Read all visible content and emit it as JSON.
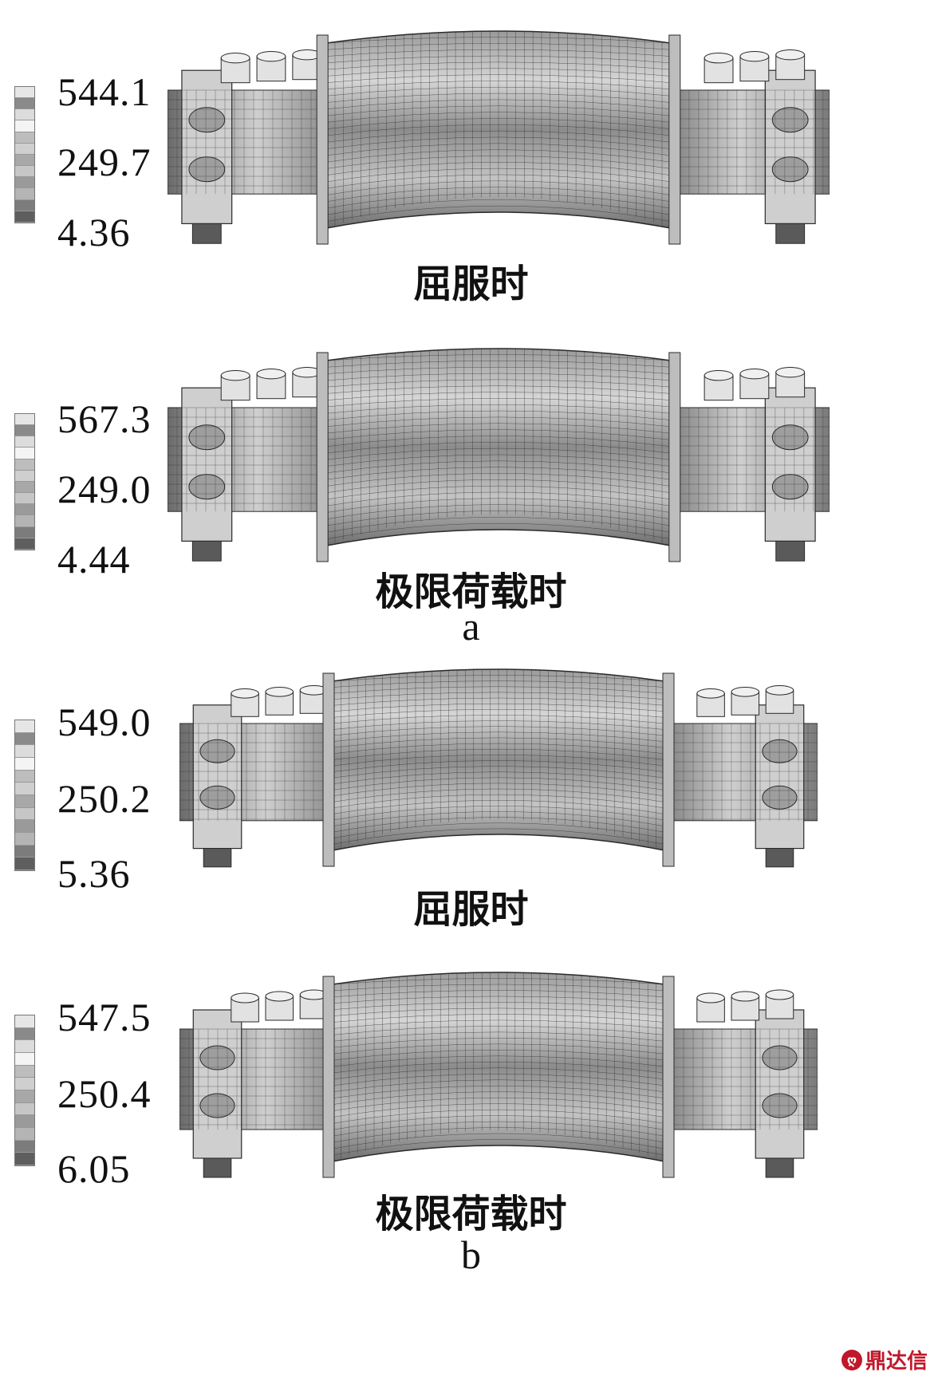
{
  "panels": [
    {
      "id": "a1",
      "legend": {
        "max": "544.1",
        "mid": "249.7",
        "min": "4.36"
      },
      "caption": "屈服时"
    },
    {
      "id": "a2",
      "legend": {
        "max": "567.3",
        "mid": "249.0",
        "min": "4.44"
      },
      "caption": "极限荷载时"
    },
    {
      "id": "b1",
      "legend": {
        "max": "549.0",
        "mid": "250.2",
        "min": "5.36"
      },
      "caption": "屈服时"
    },
    {
      "id": "b2",
      "legend": {
        "max": "547.5",
        "mid": "250.4",
        "min": "6.05"
      },
      "caption": "极限荷载时"
    }
  ],
  "group_labels": {
    "a": "a",
    "b": "b"
  },
  "watermark": "鼎达信",
  "colors": {
    "mesh_line": "#2a2a2a",
    "steel_light": "#d8d8d8",
    "steel_dark": "#4a4a4a"
  }
}
